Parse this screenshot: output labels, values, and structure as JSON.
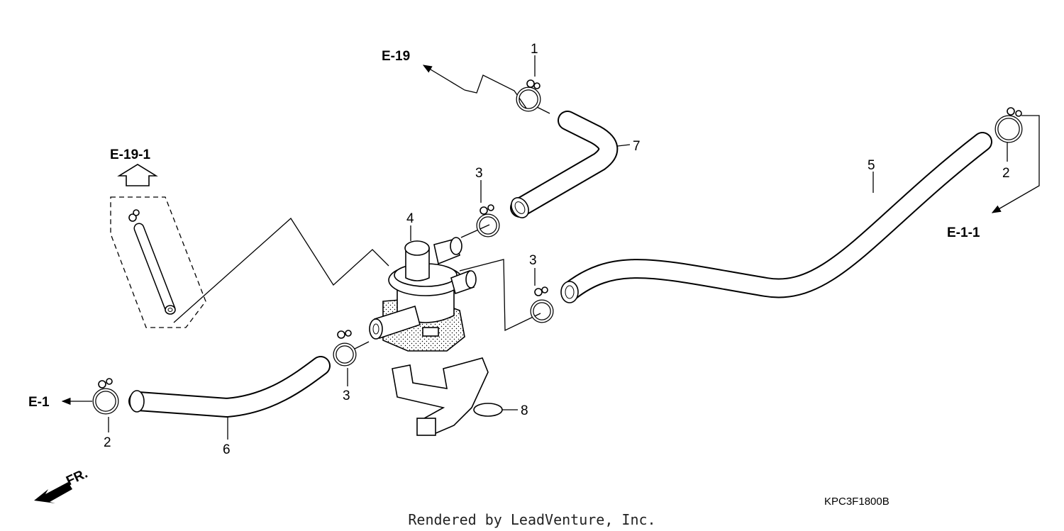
{
  "refs": {
    "e19": "E-19",
    "e19_1": "E-19-1",
    "e1_1": "E-1-1",
    "e1": "E-1"
  },
  "callouts": {
    "c1": "1",
    "c2a": "2",
    "c2b": "2",
    "c3a": "3",
    "c3b": "3",
    "c3c": "3",
    "c4": "4",
    "c5": "5",
    "c6": "6",
    "c7": "7",
    "c8": "8"
  },
  "direction_label": "FR.",
  "diagram_code": "KPC3F1800B",
  "credit": "Rendered by LeadVenture, Inc."
}
